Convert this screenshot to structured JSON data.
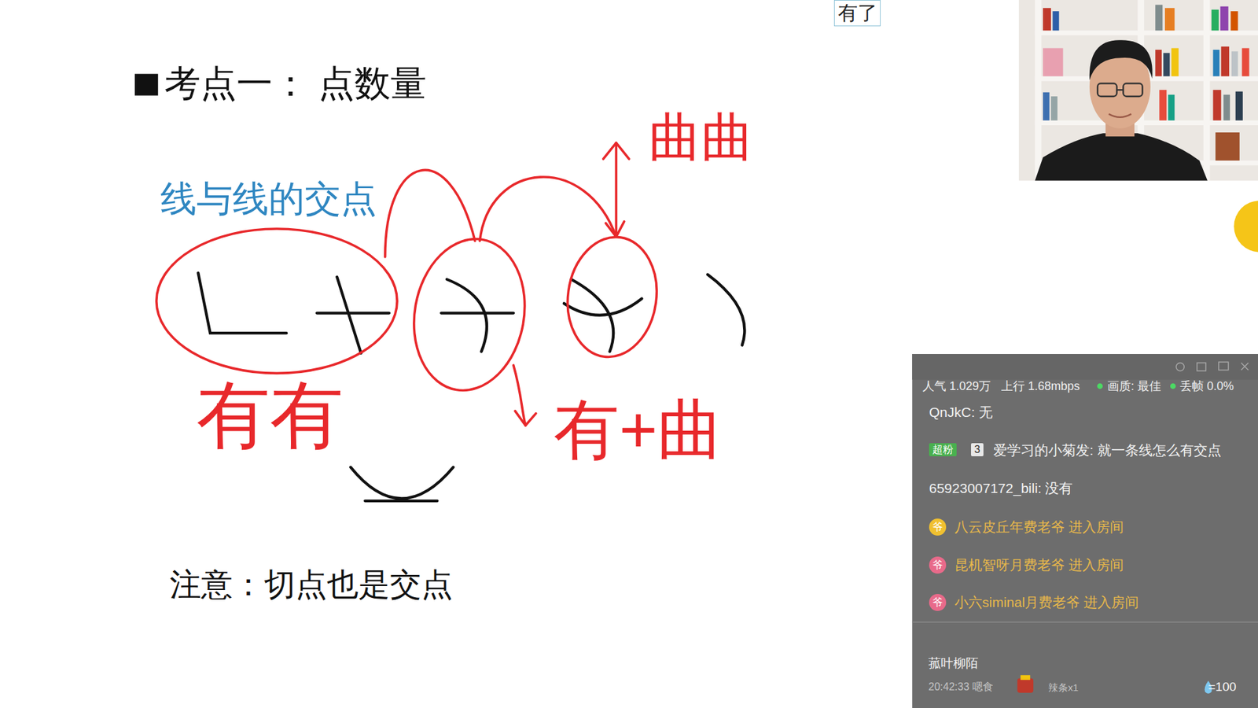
{
  "diagram": {
    "title": "考点一： 点数量",
    "nodes": [
      {
        "text": [
          "有了"
        ]
      },
      {
        "text": [
          "人气 1.029万",
          "上行 1.68mbps",
          "画质: 最佳",
          "丢帧 0.0%",
          "QnJkC: 无",
          "超粉",
          "3",
          "爱学习的小菊发: 就一条线怎么有交点",
          "65923007172_bili: 没有",
          "爷",
          "八云皮丘年费老爷 进入房间",
          "爷",
          "昆机智呀月费老爷 进入房间",
          "爷",
          "小六siminal月费老爷 进入房间",
          "菰叶柳陌",
          "20:42:33 嗯食",
          "辣条x1",
          "=100"
        ]
      }
    ],
    "labels": [
      "线与线的交点",
      "曲曲",
      "有有",
      "有+曲",
      "注意：切点也是交点"
    ]
  }
}
